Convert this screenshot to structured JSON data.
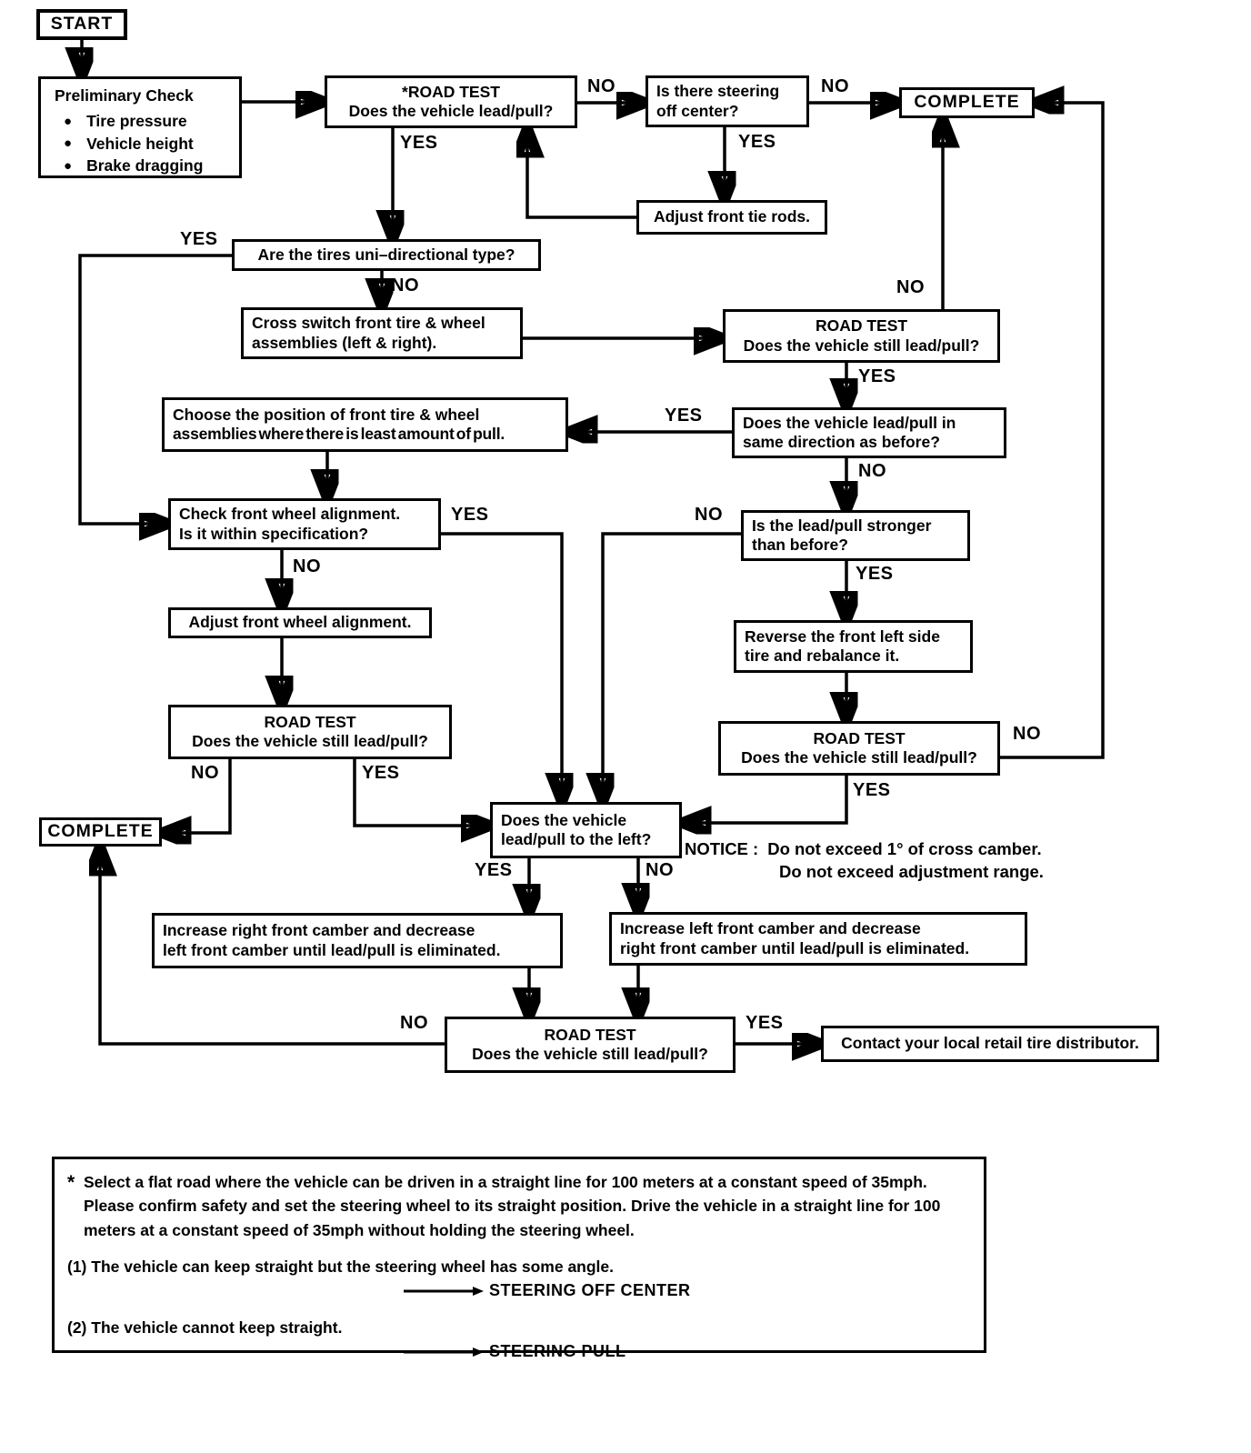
{
  "labels": {
    "yes": "YES",
    "no": "NO"
  },
  "colors": {
    "ink": "#000000",
    "paper": "#ffffff"
  },
  "nodes": {
    "start": {
      "label": "START"
    },
    "preliminary_check": {
      "title": "Preliminary Check",
      "bullets": [
        "Tire pressure",
        "Vehicle height",
        "Brake dragging"
      ]
    },
    "road_test_1": {
      "line1": "*ROAD TEST",
      "line2": "Does the vehicle lead/pull?"
    },
    "steering_off_center": {
      "line1": "Is there steering",
      "line2": "off center?"
    },
    "complete_top": {
      "label": "COMPLETE"
    },
    "adjust_tie_rods": {
      "label": "Adjust front tie rods."
    },
    "uni_directional": {
      "label": "Are the tires uni–directional type?"
    },
    "cross_switch": {
      "line1": "Cross switch front tire & wheel",
      "line2": "assemblies (left & right)."
    },
    "road_test_2": {
      "line1": "ROAD TEST",
      "line2": "Does the vehicle still lead/pull?"
    },
    "same_direction": {
      "line1": "Does the vehicle lead/pull in",
      "line2": "same direction as before?"
    },
    "choose_position": {
      "line1": "Choose the position of front tire & wheel",
      "line2": "assemblies where there is least amount of pull."
    },
    "check_alignment": {
      "line1": "Check front wheel alignment.",
      "line2": "Is it within specification?"
    },
    "stronger": {
      "line1": "Is the lead/pull stronger",
      "line2": "than before?"
    },
    "adjust_alignment": {
      "label": "Adjust front wheel alignment."
    },
    "reverse_tire": {
      "line1": "Reverse the front left side",
      "line2": "tire and rebalance it."
    },
    "road_test_3": {
      "line1": "ROAD TEST",
      "line2": "Does the vehicle still lead/pull?"
    },
    "road_test_4": {
      "line1": "ROAD TEST",
      "line2": "Does the vehicle still lead/pull?"
    },
    "complete_bottom": {
      "label": "COMPLETE"
    },
    "lead_pull_left": {
      "line1": "Does the vehicle",
      "line2": "lead/pull to the left?"
    },
    "camber_left": {
      "line1": "Increase right front camber and decrease",
      "line2": "left front camber until lead/pull is eliminated."
    },
    "camber_right": {
      "line1": "Increase left front camber and decrease",
      "line2": "right front camber until lead/pull is eliminated."
    },
    "road_test_5": {
      "line1": "ROAD TEST",
      "line2": "Does the vehicle still lead/pull?"
    },
    "contact": {
      "label": "Contact your local retail tire distributor."
    }
  },
  "notice": {
    "prefix": "NOTICE :",
    "line1": "Do not exceed 1° of cross camber.",
    "line2": "Do not exceed adjustment range."
  },
  "footnote": {
    "marker": "*",
    "paragraph": "Select a flat road where the vehicle can be driven in a straight line for 100 meters at a constant speed of 35mph. Please confirm safety and set the steering wheel to its straight position. Drive the vehicle in a straight line for 100 meters at a constant speed of 35mph without holding the steering wheel.",
    "item1": "(1) The vehicle can keep straight but the steering wheel has some angle.",
    "result1": "STEERING OFF CENTER",
    "item2": "(2) The vehicle cannot keep straight.",
    "result2": "STEERING PULL"
  }
}
